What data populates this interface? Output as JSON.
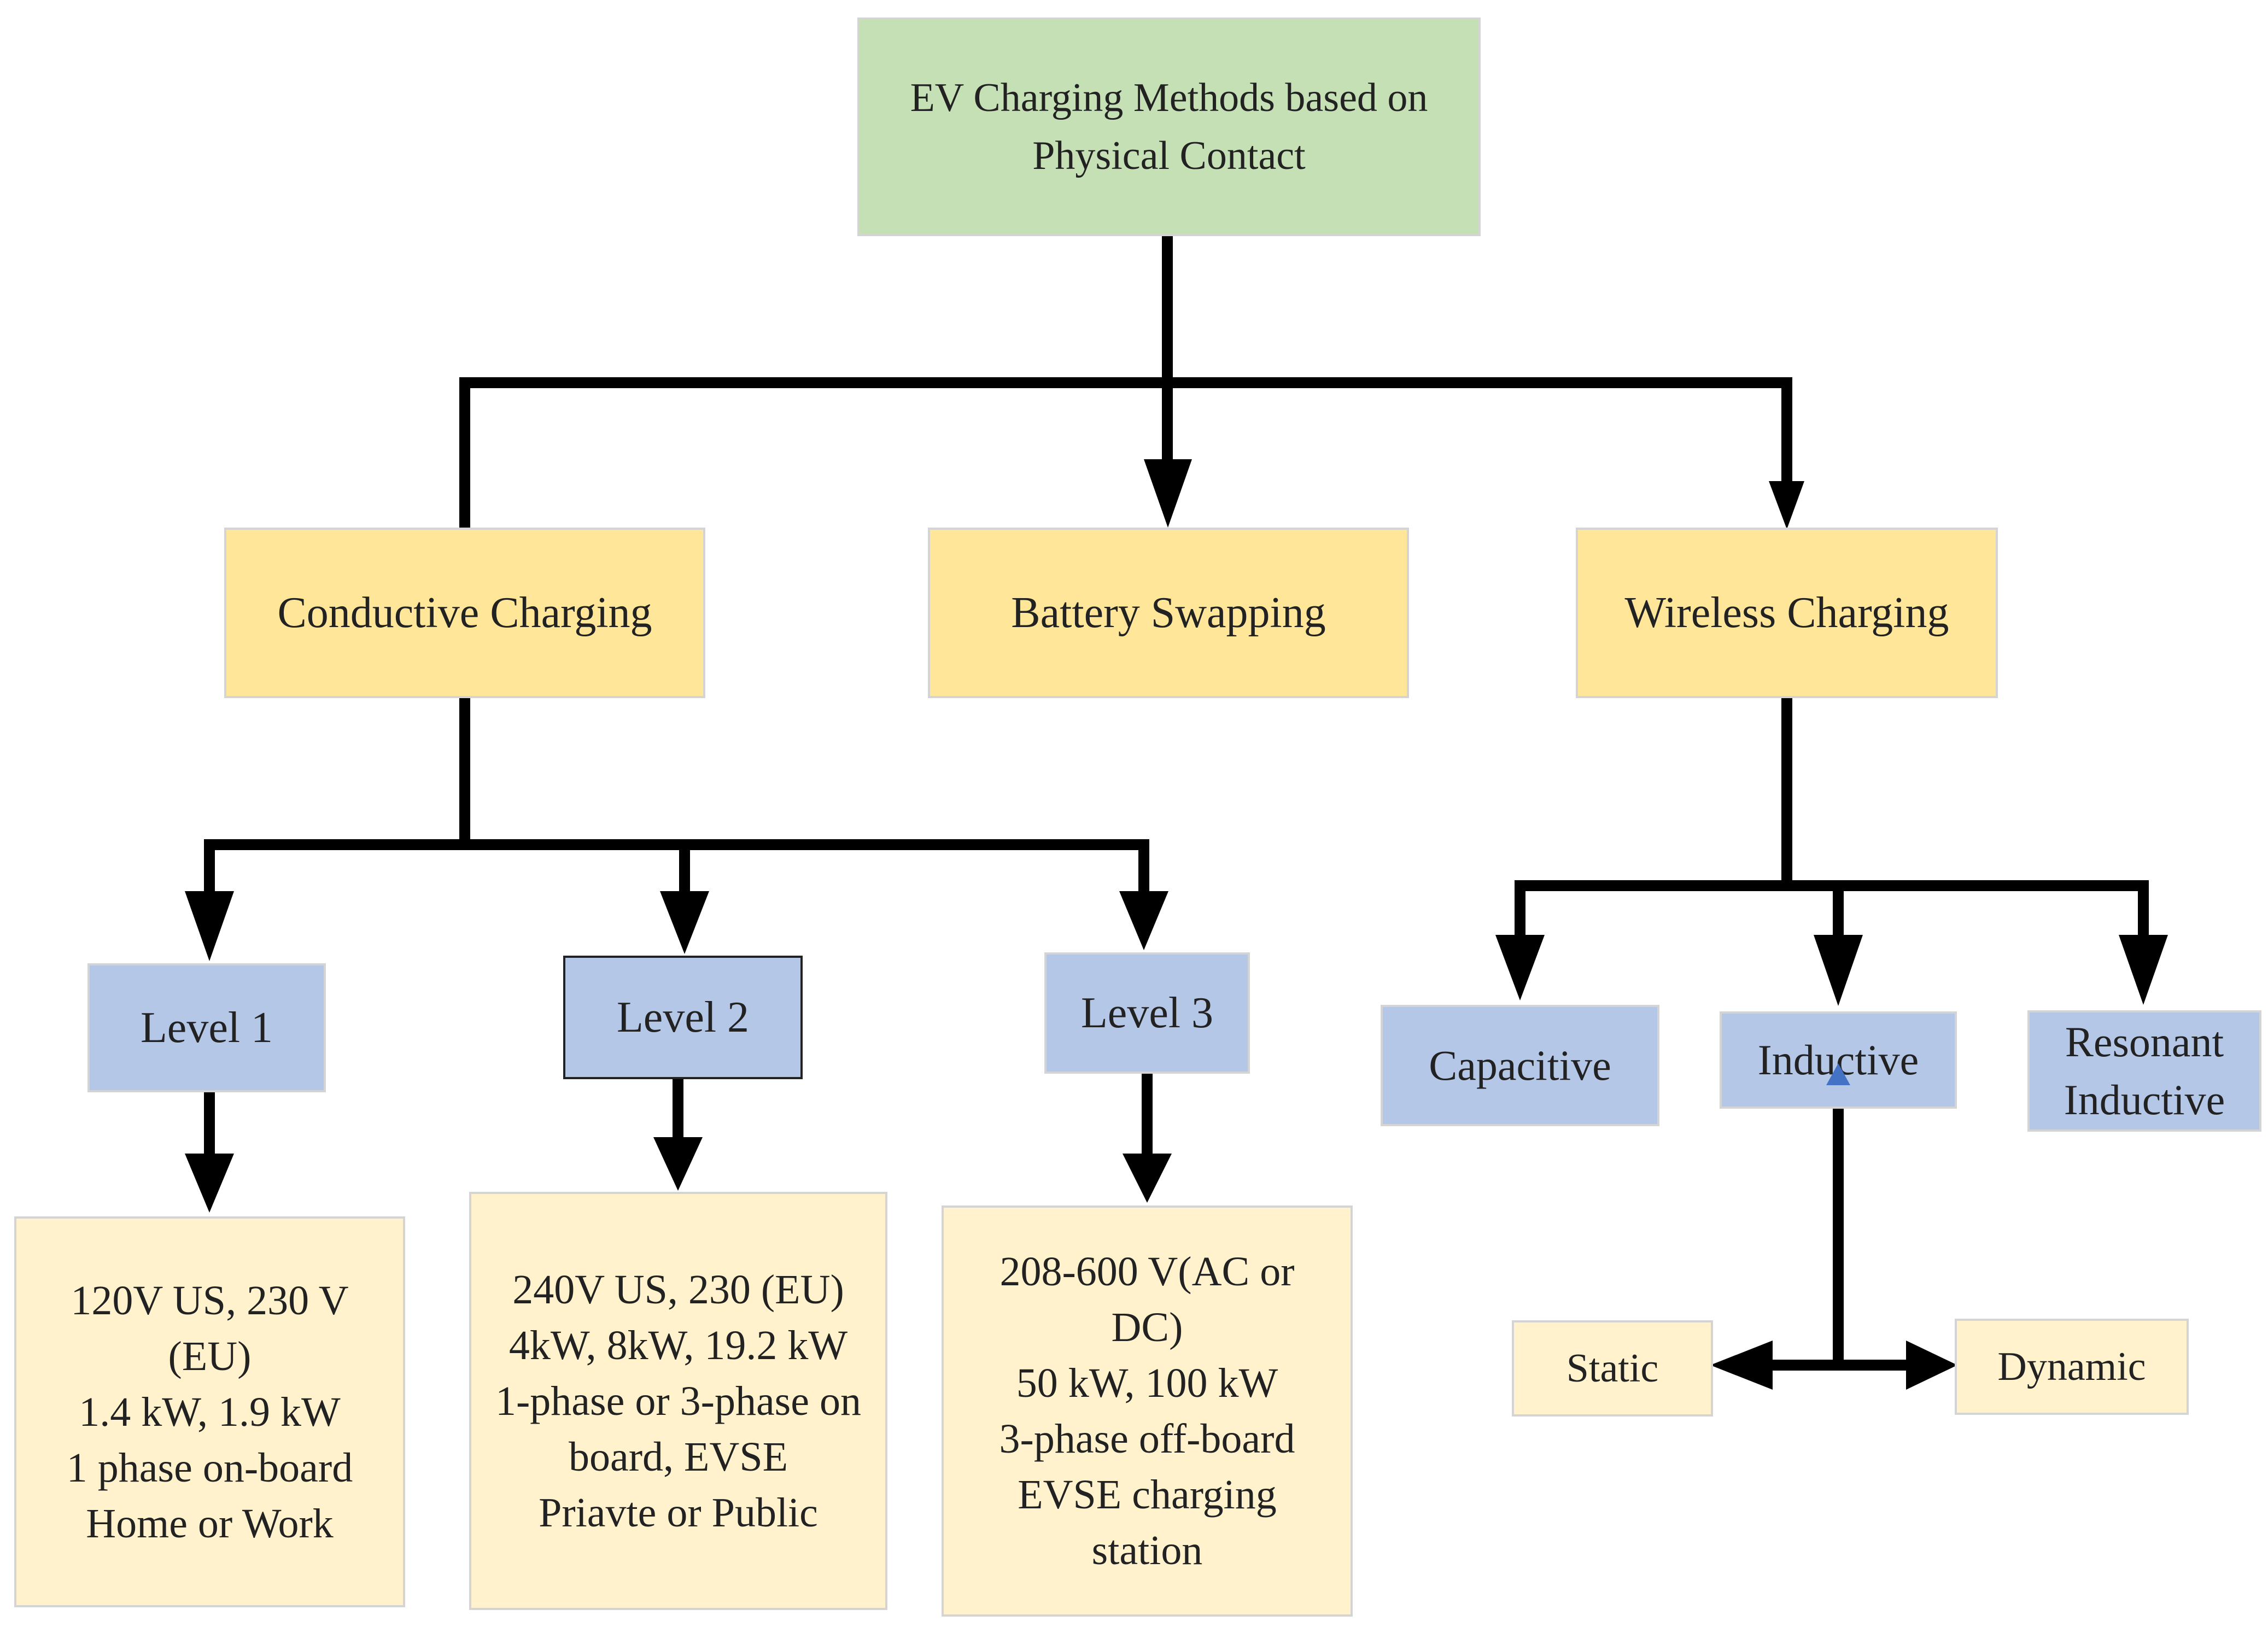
{
  "root": {
    "text": "EV Charging Methods based on Physical Contact"
  },
  "categories": {
    "conductive": "Conductive Charging",
    "swapping": "Battery Swapping",
    "wireless": "Wireless Charging"
  },
  "levels": {
    "level1": "Level 1",
    "level2": "Level 2",
    "level3": "Level 3"
  },
  "level_details": {
    "level1": "120V US, 230 V (EU)\n1.4 kW, 1.9 kW\n1 phase on-board\nHome or Work",
    "level2": "240V US, 230 (EU)\n4kW, 8kW, 19.2 kW\n1-phase or 3-phase on board, EVSE\nPriavte or Public",
    "level3": "208-600 V(AC or DC)\n50 kW, 100 kW\n3-phase off-board EVSE charging station"
  },
  "wireless_types": {
    "capacitive": "Capacitive",
    "inductive": "Inductive",
    "resonant": "Resonant Inductive"
  },
  "inductive_modes": {
    "static": "Static",
    "dynamic": "Dynamic"
  },
  "colors": {
    "root": "#c5e0b4",
    "category": "#ffe699",
    "level": "#b4c7e7",
    "detail": "#fff2cc",
    "connector": "#000000",
    "small_arrow": "#4472c4"
  }
}
